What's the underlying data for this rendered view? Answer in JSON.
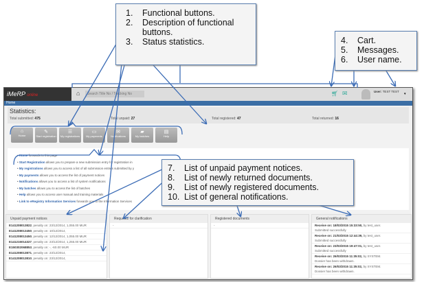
{
  "app": {
    "logo": "iMeRP",
    "logo_sub": "online",
    "search_placeholder": "Search Title No / Tracking No",
    "user_label": "User:",
    "user_name": "TEST TEST",
    "breadcrumb": "Home"
  },
  "stats": {
    "title": "Statistics:",
    "items": [
      {
        "label": "Total submitted:",
        "value": "475"
      },
      {
        "label": "Total unpaid:",
        "value": "27"
      },
      {
        "label": "Total registered:",
        "value": "47"
      },
      {
        "label": "Total returned:",
        "value": "16"
      }
    ]
  },
  "buttons": [
    {
      "label": "Home",
      "icon": "home-icon",
      "glyph": "⌂"
    },
    {
      "label": "Start registration",
      "icon": "edit-icon",
      "glyph": "✎"
    },
    {
      "label": "My registrations",
      "icon": "list-icon",
      "glyph": "☰"
    },
    {
      "label": "My payments",
      "icon": "card-icon",
      "glyph": "▭"
    },
    {
      "label": "Notifications",
      "icon": "mail-icon",
      "glyph": "✉"
    },
    {
      "label": "My batches",
      "icon": "folder-icon",
      "glyph": "▰"
    },
    {
      "label": "Help",
      "icon": "book-icon",
      "glyph": "▤"
    }
  ],
  "links": [
    {
      "name": "Home",
      "desc": "forwards to this page"
    },
    {
      "name": "Start Registration",
      "desc": "allows you to prepare a new submission entry for registration in"
    },
    {
      "name": "My registrations",
      "desc": "allows you to access a list of all submission entries submitted by y"
    },
    {
      "name": "My payments",
      "desc": "allows you to access the list of payment notices"
    },
    {
      "name": "Notifications",
      "desc": "allows you to access a list of system notifications"
    },
    {
      "name": "My batches",
      "desc": "allows you to access the list of batches"
    },
    {
      "name": "Help",
      "desc": "allows you to access user manual and training materials"
    },
    {
      "name": "Link to eRegistry Information Services",
      "desc": "forwards you to the Information Services"
    }
  ],
  "panels": {
    "unpaid": {
      "title": "Unpaid payment notices",
      "items": [
        {
          "id": "E141208013822",
          "text": ", penalty on: 23/12/2014, 1,055.00 MUR"
        },
        {
          "id": "E141208013450",
          "text": ", penalty on: 10/12/2014,"
        },
        {
          "id": "E141208013450",
          "text": ", penalty on: 12/12/2014, 1,055.00 MUR"
        },
        {
          "id": "E141215014327",
          "text": ", penalty on: 23/12/2014, 1,255.00 MUR"
        },
        {
          "id": "E150302068853",
          "text": ", penalty on: -, -60.00 MUR"
        },
        {
          "id": "E141208013871",
          "text": ", penalty on: 23/12/2014,"
        },
        {
          "id": "E141208013810",
          "text": ", penalty on: 23/12/2014,"
        }
      ]
    },
    "clarification": {
      "title": "Requests for clarification",
      "empty": "-"
    },
    "registered": {
      "title": "Registered documents",
      "empty": "-"
    },
    "general": {
      "title": "General notifications",
      "items": [
        {
          "head": "Receive on: 18/03/2015 15:33:50,",
          "by": " by test_user.",
          "msg": "Submitted successfully"
        },
        {
          "head": "Receive on: 21/03/2015 12:44:39,",
          "by": " by test_user.",
          "msg": "Submitted successfully"
        },
        {
          "head": "Receive on: 23/03/2015 19:47:01,",
          "by": " by test_user.",
          "msg": "Submitted successfully"
        },
        {
          "head": "Receive on: 26/03/2015 11:35:02,",
          "by": " by SYSTEM.",
          "msg": "Dossier has been withdrawn."
        },
        {
          "head": "Receive on: 26/03/2015 11:35:02,",
          "by": " by SYSTEM.",
          "msg": "Dossier has been withdrawn."
        }
      ]
    }
  },
  "callouts": {
    "top": [
      {
        "n": "1.",
        "text": "Functional buttons."
      },
      {
        "n": "2.",
        "text": "Description of functional"
      },
      {
        "n": "",
        "text": "buttons."
      },
      {
        "n": "3.",
        "text": "Status statistics."
      }
    ],
    "right": [
      {
        "n": "4.",
        "text": "Cart."
      },
      {
        "n": "5.",
        "text": "Messages."
      },
      {
        "n": "6.",
        "text": "User name."
      }
    ],
    "middle": [
      {
        "n": "7.",
        "text": "List of unpaid payment notices."
      },
      {
        "n": "8.",
        "text": "List of newly returned documents."
      },
      {
        "n": "9.",
        "text": "List of newly registered documents."
      },
      {
        "n": "10.",
        "text": "List of general notifications."
      }
    ]
  },
  "colors": {
    "nav": "#3b6ea5",
    "arrow": "#3a6bb5",
    "link": "#2a5fa8"
  }
}
